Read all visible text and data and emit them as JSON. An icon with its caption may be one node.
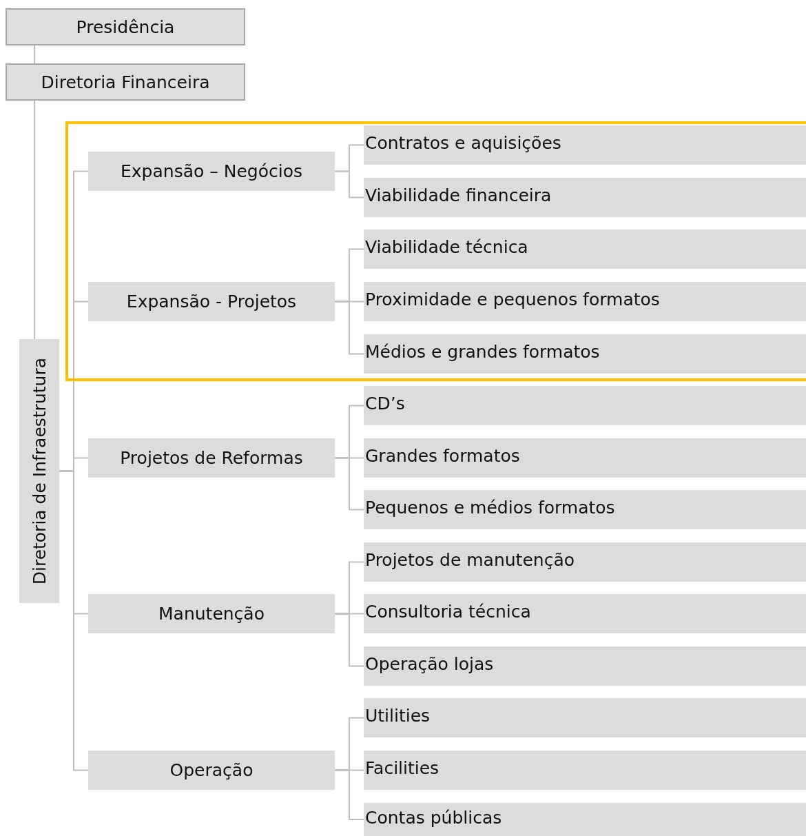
{
  "diagram": {
    "nodes": [
      {
        "text": [
          "Presidência"
        ]
      },
      {
        "text": [
          "Diretoria Financeira"
        ]
      },
      {
        "text": [
          "Diretoria de Infraestrutura"
        ]
      },
      {
        "text": [],
        "shape": "box"
      },
      {
        "text": [
          "Expansão – Negócios"
        ],
        "in": 3
      },
      {
        "text": [
          "Contratos e aquisições"
        ],
        "in": 3
      },
      {
        "text": [
          "Viabilidade financeira"
        ],
        "in": 3
      },
      {
        "text": [
          "Expansão - Projetos"
        ],
        "in": 3
      },
      {
        "text": [
          "Viabilidade técnica"
        ],
        "in": 3
      },
      {
        "text": [
          "Proximidade e pequenos formatos"
        ],
        "in": 3
      },
      {
        "text": [
          "Médios e grandes formatos"
        ],
        "in": 3
      },
      {
        "text": [
          "Projetos de Reformas"
        ]
      },
      {
        "text": [
          "CD’s"
        ]
      },
      {
        "text": [
          "Grandes formatos"
        ]
      },
      {
        "text": [
          "Pequenos e médios formatos"
        ]
      },
      {
        "text": [
          "Manutenção"
        ]
      },
      {
        "text": [
          "Projetos de manutenção"
        ]
      },
      {
        "text": [
          "Consultoria técnica"
        ]
      },
      {
        "text": [
          "Operação lojas"
        ]
      },
      {
        "text": [
          "Operação"
        ]
      },
      {
        "text": [
          "Utilities"
        ]
      },
      {
        "text": [
          "Facilities"
        ]
      },
      {
        "text": [
          "Contas públicas"
        ]
      }
    ],
    "edges": [
      {
        "from": 0,
        "to": 1,
        "arrow": "none"
      },
      {
        "from": 1,
        "to": 2,
        "arrow": "none"
      },
      {
        "from": 2,
        "to": 4,
        "arrow": "none"
      },
      {
        "from": 2,
        "to": 7,
        "arrow": "none"
      },
      {
        "from": 2,
        "to": 11,
        "arrow": "none"
      },
      {
        "from": 2,
        "to": 15,
        "arrow": "none"
      },
      {
        "from": 2,
        "to": 19,
        "arrow": "none"
      },
      {
        "from": 4,
        "to": 5,
        "arrow": "none"
      },
      {
        "from": 4,
        "to": 6,
        "arrow": "none"
      },
      {
        "from": 7,
        "to": 8,
        "arrow": "none"
      },
      {
        "from": 7,
        "to": 9,
        "arrow": "none"
      },
      {
        "from": 7,
        "to": 10,
        "arrow": "none"
      },
      {
        "from": 11,
        "to": 12,
        "arrow": "none"
      },
      {
        "from": 11,
        "to": 13,
        "arrow": "none"
      },
      {
        "from": 11,
        "to": 14,
        "arrow": "none"
      },
      {
        "from": 15,
        "to": 16,
        "arrow": "none"
      },
      {
        "from": 15,
        "to": 17,
        "arrow": "none"
      },
      {
        "from": 15,
        "to": 18,
        "arrow": "none"
      },
      {
        "from": 19,
        "to": 20,
        "arrow": "none"
      },
      {
        "from": 19,
        "to": 21,
        "arrow": "none"
      },
      {
        "from": 19,
        "to": 22,
        "arrow": "none"
      }
    ]
  }
}
